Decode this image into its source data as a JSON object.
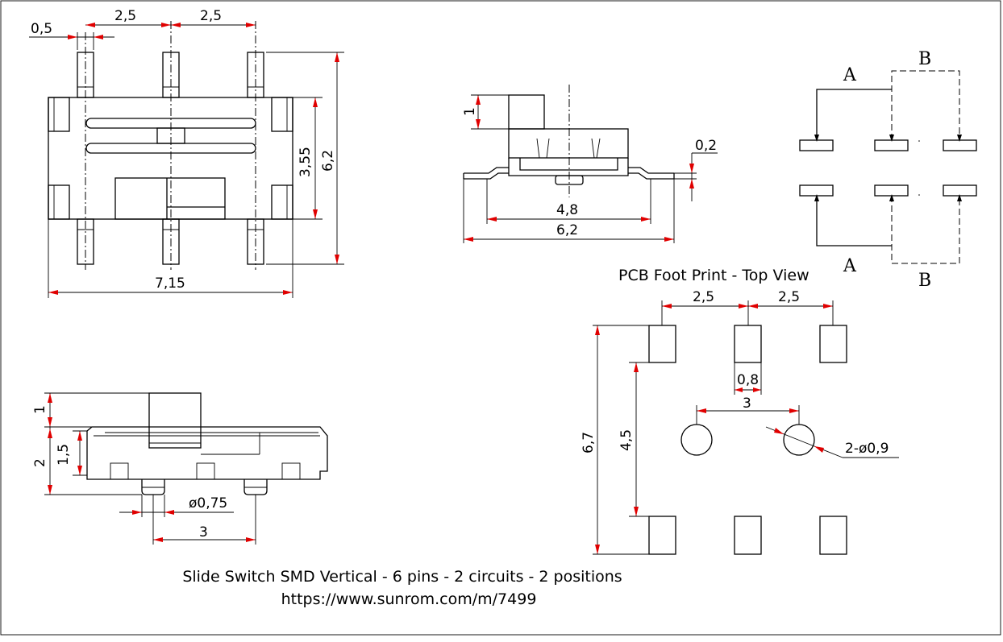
{
  "drawing": {
    "dimensions": {
      "top_pin_width": "0,5",
      "top_pitch_left": "2,5",
      "top_pitch_right": "2,5",
      "body_height": "3,55",
      "overall_height": "6,2",
      "body_length": "7,15",
      "side_actuator": "1",
      "side_lead_thickness": "0,2",
      "side_body": "4,8",
      "side_overall": "6,2",
      "front_actuator": "1",
      "front_body": "1,5",
      "front_total": "2",
      "front_peg_dia": "ø0,75",
      "front_peg_pitch": "3",
      "pcb_pitch_left": "2,5",
      "pcb_pitch_right": "2,5",
      "pcb_pad_width": "0,8",
      "pcb_hole_pitch": "3",
      "pcb_inner_span": "4,5",
      "pcb_outer_span": "6,7",
      "pcb_holes": "2-ø0,9"
    },
    "schematic": {
      "label_a_top": "A",
      "label_b_top": "B",
      "label_a_bottom": "A",
      "label_b_bottom": "B"
    },
    "pcb_caption": "PCB Foot Print - Top View",
    "title": "Slide Switch SMD Vertical - 6 pins - 2 circuits - 2 positions",
    "url": "https://www.sunrom.com/m/7499"
  }
}
